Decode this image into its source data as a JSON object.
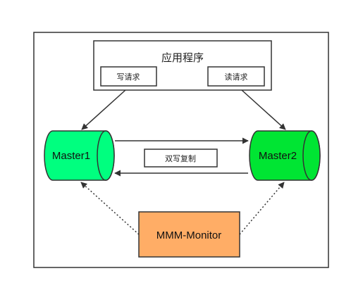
{
  "app": {
    "label": "应用程序",
    "write_request": "写请求",
    "read_request": "读请求"
  },
  "masters": {
    "master1": "Master1",
    "master2": "Master2",
    "replication_label": "双写复制"
  },
  "monitor": {
    "label": "MMM-Monitor"
  },
  "colors": {
    "master_fill": "#00ff7f",
    "master2_fill": "#00e533",
    "monitor_fill": "#ffad66",
    "line": "#333333"
  }
}
